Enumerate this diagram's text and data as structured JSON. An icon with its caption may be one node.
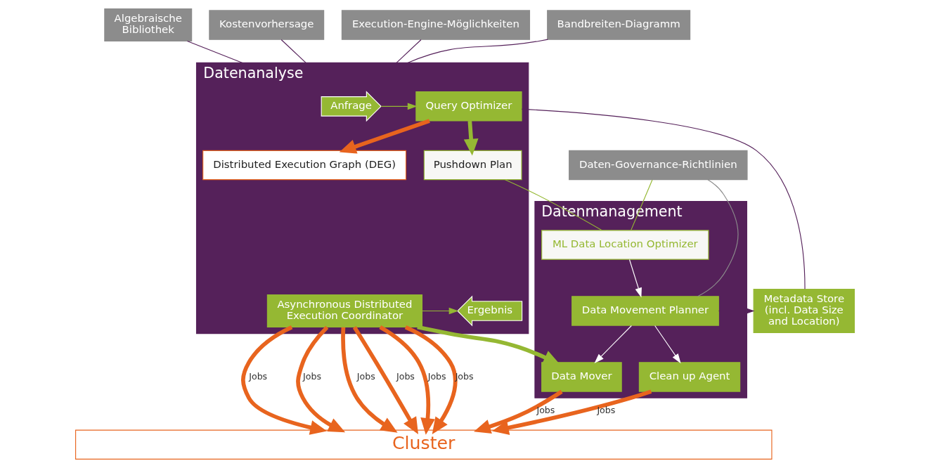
{
  "diagram": {
    "nodes": [
      {
        "text": [
          "Algebraische Bibliothek"
        ]
      },
      {
        "text": [
          "Kostenvorhersage"
        ]
      },
      {
        "text": [
          "Execution-Engine-Möglichkeiten"
        ]
      },
      {
        "text": [
          "Bandbreiten-Diagramm"
        ]
      },
      {
        "text": [
          "Daten-Governance-Richtlinien"
        ]
      },
      {
        "text": [
          "Datenanalyse"
        ]
      },
      {
        "text": [
          "Anfrage"
        ],
        "in": 5
      },
      {
        "text": [
          "Query Optimizer"
        ],
        "in": 5
      },
      {
        "text": [
          "Distributed Execution Graph (DEG)"
        ],
        "in": 5
      },
      {
        "text": [
          "Pushdown Plan"
        ],
        "in": 5
      },
      {
        "text": [
          "Ergebnis"
        ],
        "in": 5
      },
      {
        "text": [
          "Asynchronous Distributed Execution Coordinator"
        ],
        "in": 5
      },
      {
        "text": [
          "Metadata Store (incl. Data Size and Location)"
        ]
      },
      {
        "text": [
          "Datenmanagement"
        ]
      },
      {
        "text": [
          "ML Data Location Optimizer"
        ],
        "in": 13
      },
      {
        "text": [
          "Data Movement Planner"
        ],
        "in": 13
      },
      {
        "text": [
          "Data Mover"
        ],
        "in": 13
      },
      {
        "text": [
          "Clean up Agent"
        ],
        "in": 13
      },
      {
        "text": [
          "Cluster"
        ]
      }
    ],
    "edges": [
      {
        "from": 0,
        "to": 5,
        "arrow": "none",
        "color": "#55215a"
      },
      {
        "from": 1,
        "to": 5,
        "arrow": "none",
        "color": "#55215a"
      },
      {
        "from": 2,
        "to": 5,
        "arrow": "none",
        "color": "#55215a"
      },
      {
        "from": 3,
        "to": 5,
        "arrow": "none",
        "color": "#55215a"
      },
      {
        "from": 4,
        "to": 14,
        "arrow": "none",
        "color": "#95b833"
      },
      {
        "from": 4,
        "to": 15,
        "arrow": "none",
        "color": "#8c8c8c"
      },
      {
        "from": 6,
        "to": 7,
        "arrow": "to",
        "color": "#95b833"
      },
      {
        "from": 7,
        "to": 8,
        "arrow": "to",
        "style": "thick"
      },
      {
        "from": 7,
        "to": 9,
        "arrow": "to",
        "style": "thick",
        "color": "#95b833"
      },
      {
        "from": 7,
        "to": 12,
        "arrow": "none",
        "color": "#55215a"
      },
      {
        "from": 9,
        "to": 14,
        "arrow": "none",
        "color": "#95b833"
      },
      {
        "from": 15,
        "to": 12,
        "arrow": "to",
        "color": "#55215a"
      },
      {
        "from": 11,
        "to": 10,
        "arrow": "to",
        "color": "#95b833"
      },
      {
        "from": 11,
        "to": 16,
        "arrow": "to",
        "style": "thick",
        "color": "#95b833"
      },
      {
        "from": 14,
        "to": 15,
        "arrow": "to",
        "color": "#ffffff"
      },
      {
        "from": 15,
        "to": 16,
        "arrow": "to",
        "color": "#ffffff"
      },
      {
        "from": 15,
        "to": 17,
        "arrow": "to",
        "color": "#ffffff"
      },
      {
        "from": 11,
        "to": 18,
        "arrow": "to",
        "style": "thick",
        "label": "Jobs"
      },
      {
        "from": 11,
        "to": 18,
        "arrow": "to",
        "style": "thick",
        "label": "Jobs"
      },
      {
        "from": 11,
        "to": 18,
        "arrow": "to",
        "style": "thick",
        "label": "Jobs"
      },
      {
        "from": 11,
        "to": 18,
        "arrow": "to",
        "style": "thick",
        "label": "Jobs"
      },
      {
        "from": 11,
        "to": 18,
        "arrow": "to",
        "style": "thick",
        "label": "Jobs"
      },
      {
        "from": 11,
        "to": 18,
        "arrow": "to",
        "style": "thick",
        "label": "Jobs"
      },
      {
        "from": 16,
        "to": 18,
        "arrow": "to",
        "style": "thick",
        "label": "Jobs"
      },
      {
        "from": 17,
        "to": 18,
        "arrow": "to",
        "style": "thick",
        "label": "Jobs"
      }
    ]
  }
}
